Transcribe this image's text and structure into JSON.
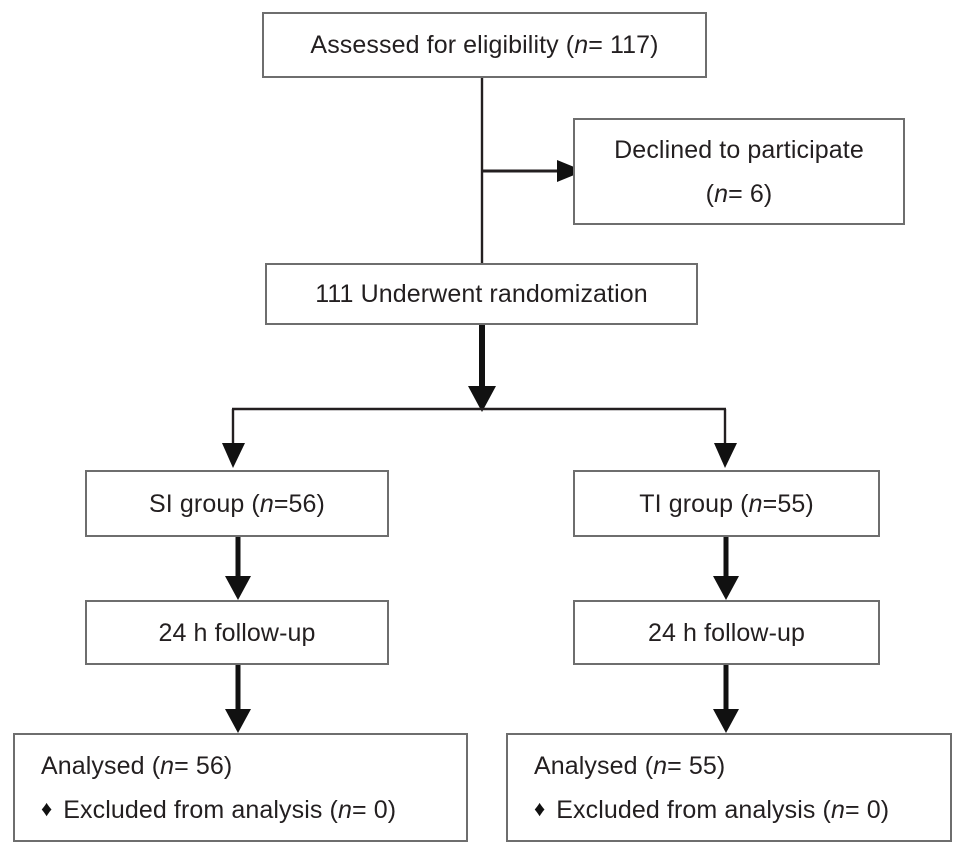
{
  "diagram": {
    "title": "CONSORT participant flow diagram",
    "type": "flowchart",
    "colors": {
      "background": "#ffffff",
      "box_border": "#6e6e6e",
      "text": "#231f20",
      "connector_thin": "#231f20",
      "connector_thick": "#111111"
    },
    "nodes": [
      {
        "id": "assessed",
        "lines": [
          {
            "pre": "Assessed for eligibility (",
            "italic": "n",
            "post": "= 117)"
          }
        ]
      },
      {
        "id": "declined",
        "lines": [
          {
            "pre": "Declined to participate",
            "italic": "",
            "post": ""
          },
          {
            "pre": "(",
            "italic": "n",
            "post": "= 6)"
          }
        ]
      },
      {
        "id": "randomized",
        "lines": [
          {
            "pre": "111 Underwent randomization",
            "italic": "",
            "post": ""
          }
        ]
      },
      {
        "id": "si-group",
        "lines": [
          {
            "pre": "SI group (",
            "italic": "n",
            "post": "=56)"
          }
        ]
      },
      {
        "id": "ti-group",
        "lines": [
          {
            "pre": "TI group (",
            "italic": "n",
            "post": "=55)"
          }
        ]
      },
      {
        "id": "si-followup",
        "lines": [
          {
            "pre": "24 h follow-up",
            "italic": "",
            "post": ""
          }
        ]
      },
      {
        "id": "ti-followup",
        "lines": [
          {
            "pre": "24 h follow-up",
            "italic": "",
            "post": ""
          }
        ]
      },
      {
        "id": "si-analysed",
        "lines": [
          {
            "pre": "Analysed (",
            "italic": "n",
            "post": "= 56)"
          }
        ],
        "bullets": [
          {
            "marker": "♦",
            "pre": "Excluded from analysis (",
            "italic": "n",
            "post": "= 0)"
          }
        ]
      },
      {
        "id": "ti-analysed",
        "lines": [
          {
            "pre": "Analysed (",
            "italic": "n",
            "post": "= 55)"
          }
        ],
        "bullets": [
          {
            "marker": "♦",
            "pre": "Excluded from analysis (",
            "italic": "n",
            "post": "= 0)"
          }
        ]
      }
    ]
  }
}
